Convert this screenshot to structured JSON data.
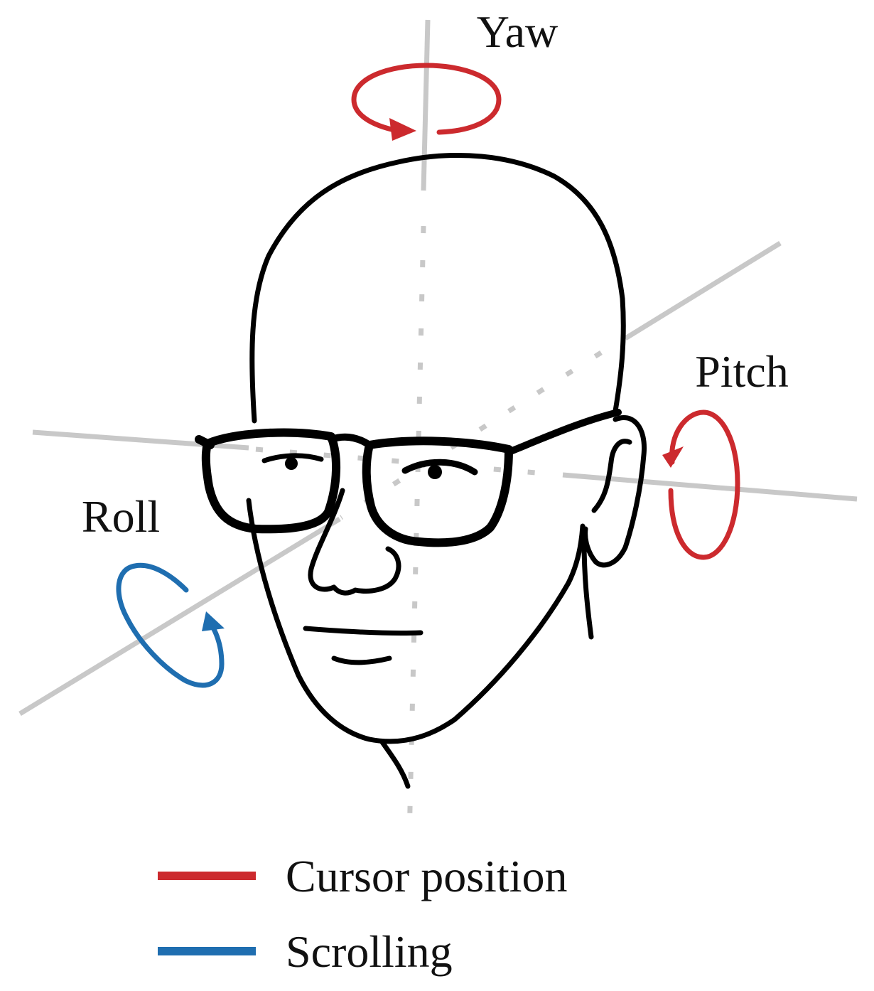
{
  "labels": {
    "yaw": "Yaw",
    "pitch": "Pitch",
    "roll": "Roll"
  },
  "legend": [
    {
      "label": "Cursor position",
      "color": "#cc2a2e"
    },
    {
      "label": "Scrolling",
      "color": "#1f6eb0"
    }
  ],
  "colors": {
    "axis": "#c8c8c8",
    "outline": "#000000",
    "cursor": "#cc2a2e",
    "scroll": "#1f6eb0"
  }
}
